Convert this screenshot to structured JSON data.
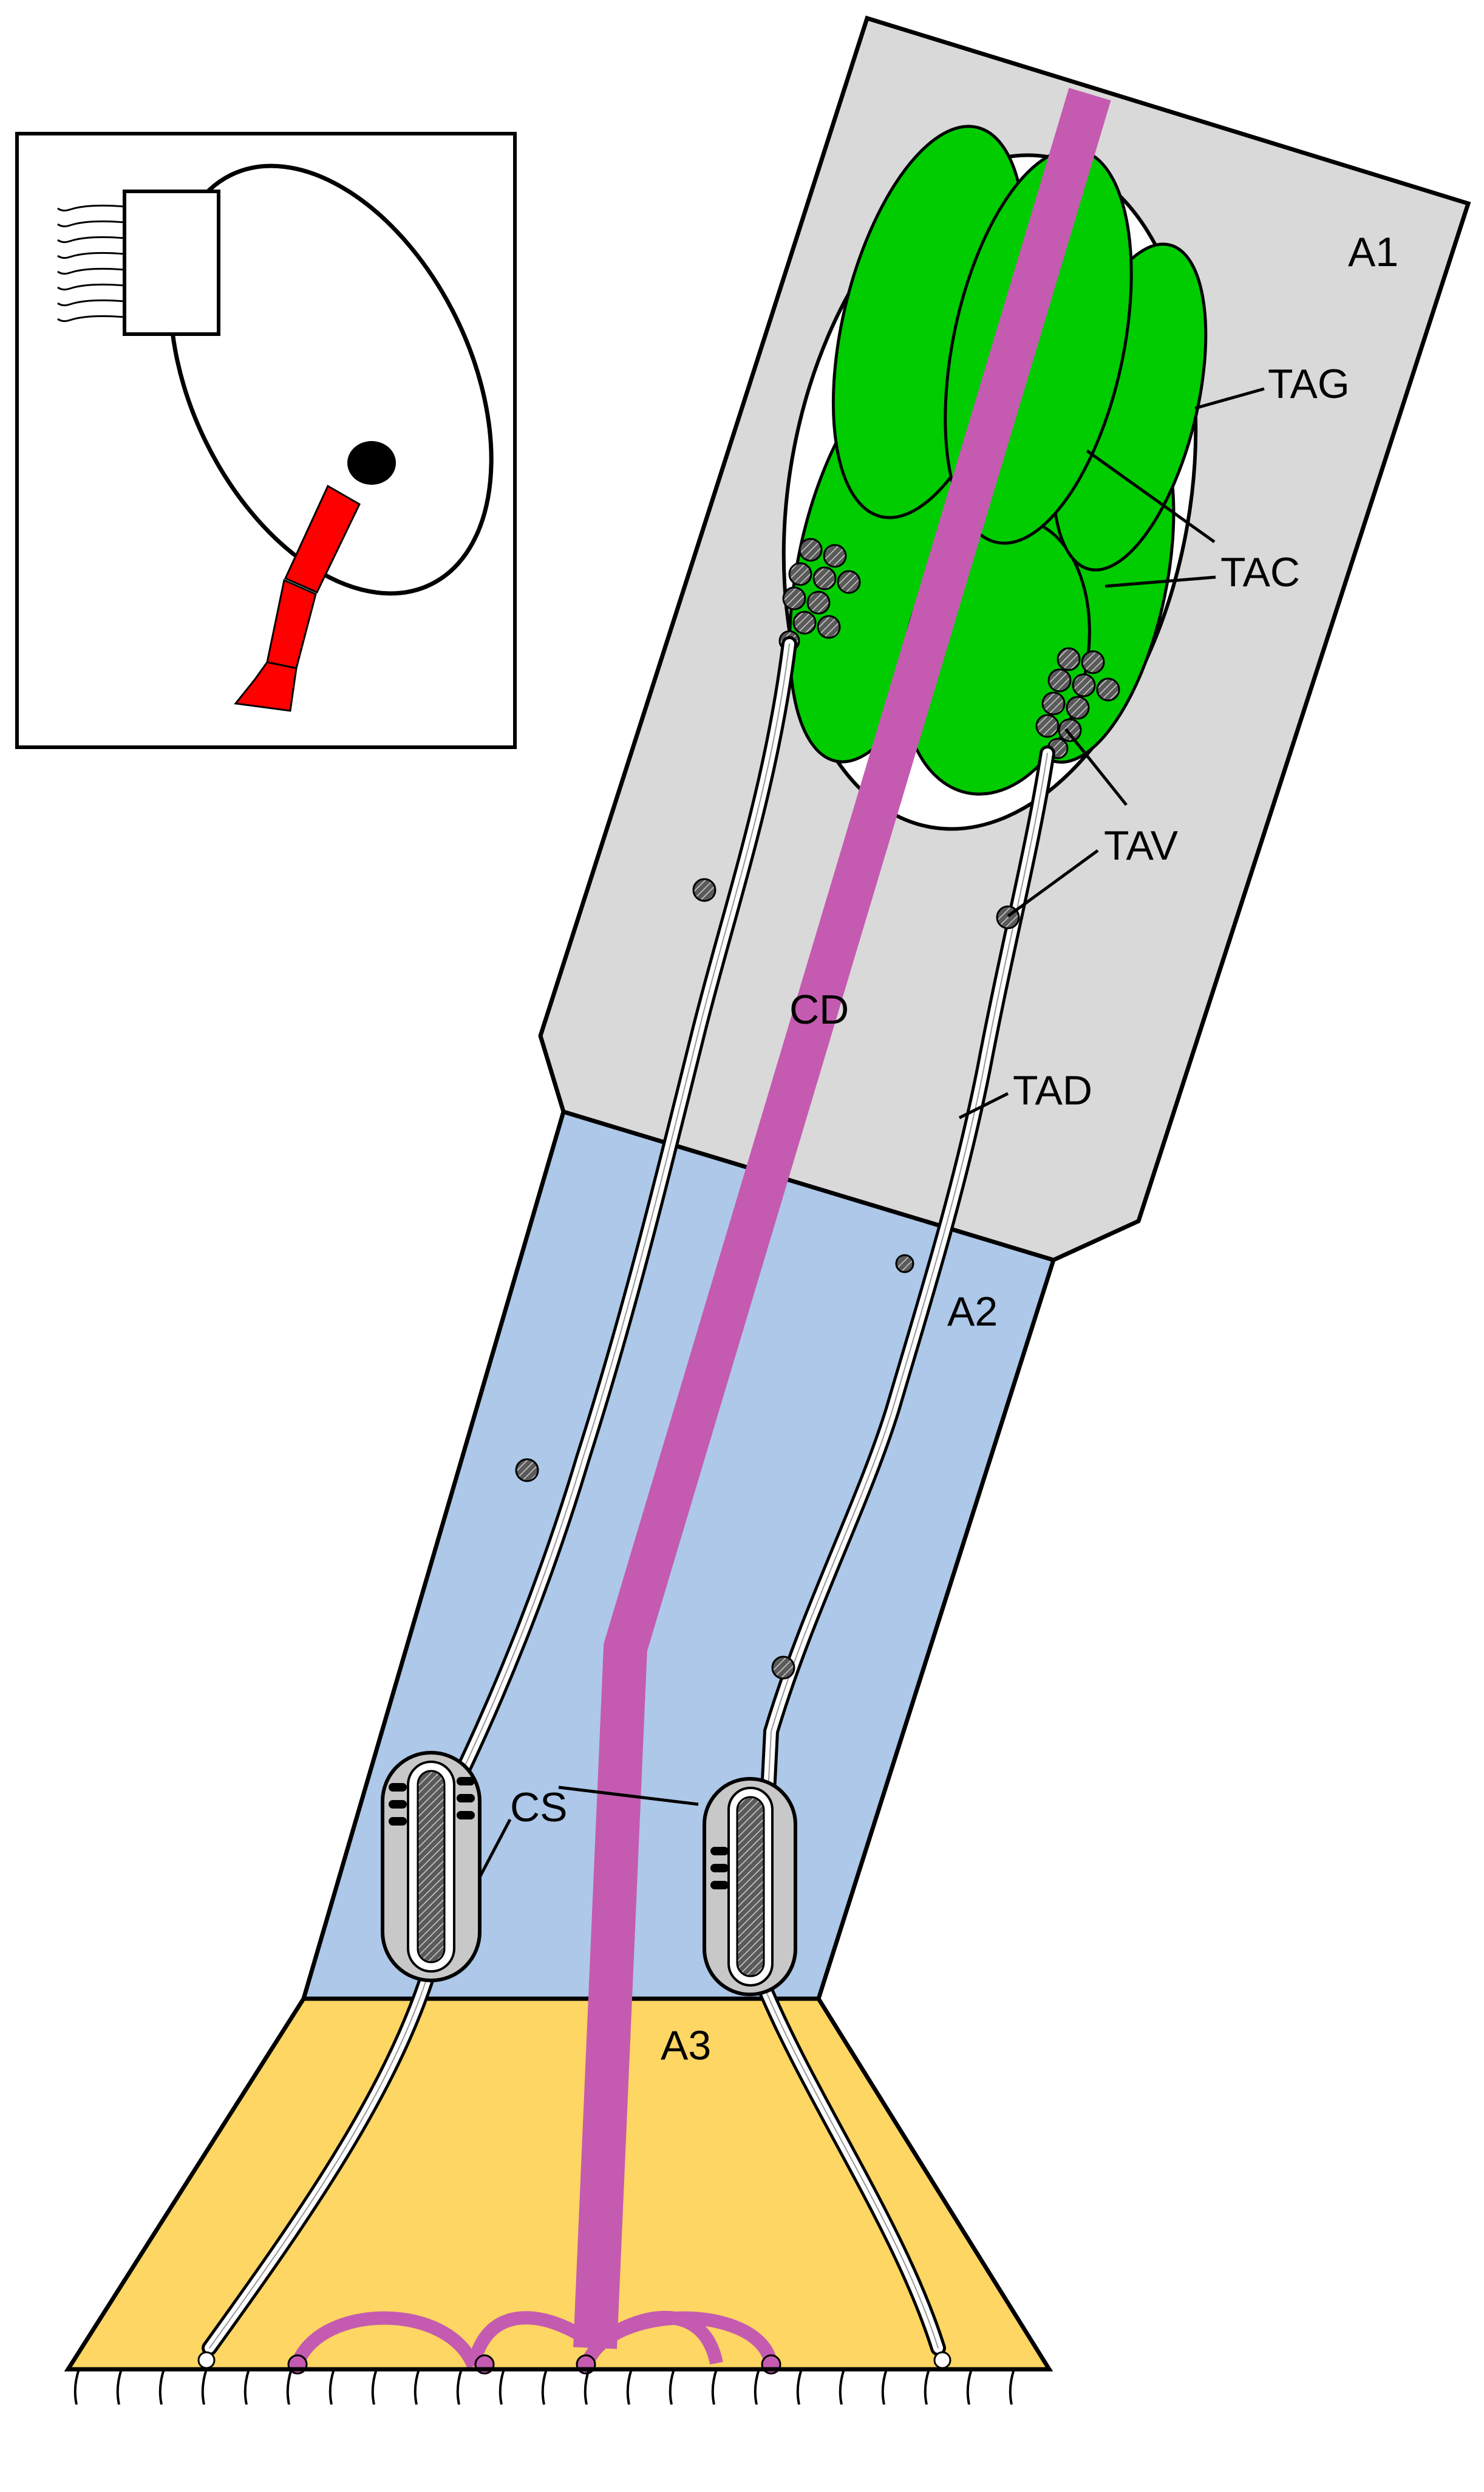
{
  "labels": {
    "a1": "A1",
    "a2": "A2",
    "a3": "A3",
    "tag": "TAG",
    "tac": "TAC",
    "tav": "TAV",
    "tad": "TAD",
    "cd": "CD",
    "cs": "CS"
  },
  "colors": {
    "segment_a1": "#d9d9d9",
    "segment_a2": "#adc8e8",
    "segment_a3": "#fdd663",
    "gland_cell": "#00cc00",
    "duct": "#c45bb0",
    "inset_leg": "#ff0000"
  }
}
